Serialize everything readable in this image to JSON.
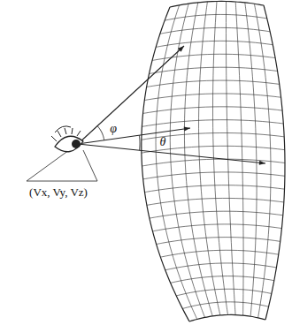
{
  "diagram": {
    "labels": [
      "(Vx, Vy, Vz)",
      "φ",
      "θ"
    ]
  }
}
